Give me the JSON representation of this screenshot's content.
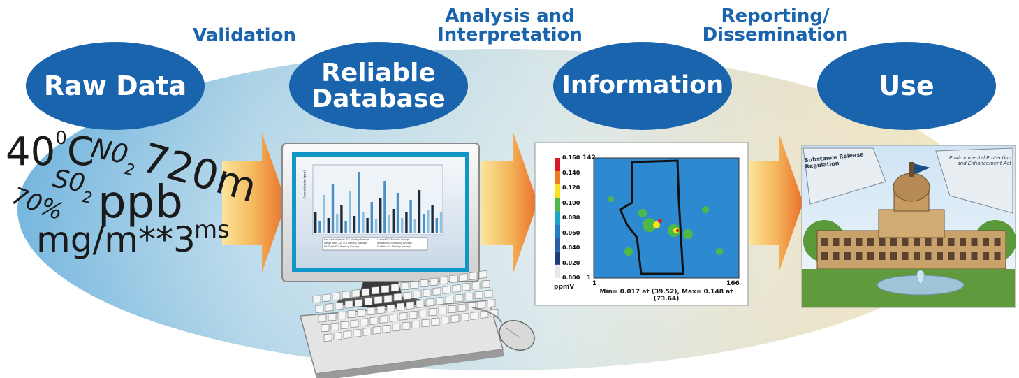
{
  "nodes": {
    "raw": "Raw Data",
    "reliable_line1": "Reliable",
    "reliable_line2": "Database",
    "information": "Information",
    "use": "Use"
  },
  "steps": {
    "validation": "Validation",
    "analysis_line1": "Analysis and",
    "analysis_line2": "Interpretation",
    "reporting_line1": "Reporting/",
    "reporting_line2": "Dissemination"
  },
  "raw_data_tokens": {
    "temp_40": "40",
    "temp_sup": "0",
    "temp_c": "C",
    "no2": "N0",
    "no2_sub": "2",
    "m720": "720m",
    "so2": "S0",
    "so2_sub": "2",
    "ppb": "ppb",
    "pct70": "70%",
    "ms": "ms",
    "mgm3": "mg/m**3"
  },
  "map": {
    "colorbar_ticks": [
      "0.160",
      "0.140",
      "0.120",
      "0.100",
      "0.080",
      "0.060",
      "0.040",
      "0.020",
      "0.000"
    ],
    "colorbar_colors": [
      "#d7192b",
      "#f07a1e",
      "#f7e21b",
      "#4fb848",
      "#1aa6c7",
      "#1f7fc1",
      "#2a5ea6",
      "#1c3d7a",
      "#e8e8e8"
    ],
    "unit": "ppmV",
    "y_top": "142",
    "y_bottom": "1",
    "x_left": "1",
    "x_right": "166",
    "caption": "Min=  0.017 at (39.52), Max=  0.148 at (73.64)"
  },
  "monitor_chart": {
    "legend": [
      "Fort Saskatchewan SO₂ Monthly Average",
      "Lamont SO₂ Monthly Average",
      "Range Road 220 SO₂ Monthly Average",
      "Redwater SO₂ Monthly Average",
      "Elk Creek SO₂ Monthly Average",
      "Scotford SO₂ Monthly Average"
    ],
    "ylabel": "Concentration (ppb)"
  },
  "documents": {
    "left_doc": "Substance Release Regulation",
    "right_doc_line1": "Environmental Protection",
    "right_doc_line2": "and Enhancement Act"
  },
  "colors": {
    "oval_blue": "#1a64ad",
    "step_blue": "#1a64ad",
    "arrow_orange": "#ee7d2c",
    "arrow_yellow": "#f7d06a"
  }
}
